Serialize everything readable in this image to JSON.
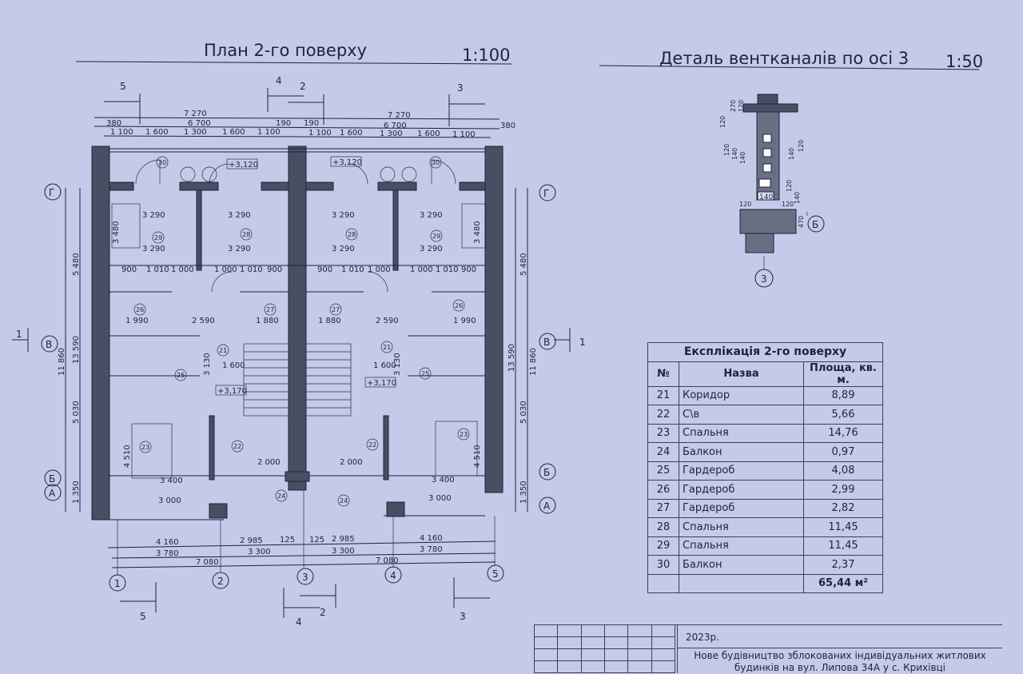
{
  "plan": {
    "title": "План 2-го поверху",
    "scale": "1:100",
    "top_dims_row1": [
      "7 270",
      "7 270"
    ],
    "top_dims_row2": [
      "380",
      "6 700",
      "190",
      "190",
      "6 700",
      "380"
    ],
    "top_dims_row3": [
      "1 100",
      "1 600",
      "1 300",
      "1 600",
      "1 100",
      "1 100",
      "1 600",
      "1 300",
      "1 600",
      "1 100"
    ],
    "bottom_dims_row1": [
      "4 160",
      "2 985",
      "125",
      "125",
      "2 985",
      "4 160"
    ],
    "bottom_dims_row2": [
      "3 780",
      "3 300",
      "3 300",
      "3 780"
    ],
    "bottom_dims_row3": [
      "7 080",
      "7 080"
    ],
    "side_dims": [
      "13 590",
      "11 860",
      "5 480",
      "5 030",
      "1 350",
      "13 590",
      "11 860",
      "5 480",
      "5 030",
      "1 350"
    ],
    "axes_x": [
      "1",
      "2",
      "3",
      "4",
      "5"
    ],
    "axes_y": [
      "Г",
      "В",
      "Б",
      "А"
    ],
    "section_marks": [
      "5",
      "4",
      "2",
      "3",
      "1"
    ],
    "levels": [
      "+3,120",
      "+3,120",
      "+3,170",
      "+3,170"
    ],
    "rooms": [
      "30",
      "30",
      "29",
      "28",
      "28",
      "29",
      "26",
      "27",
      "27",
      "26",
      "21",
      "21",
      "25",
      "25",
      "23",
      "22",
      "22",
      "23",
      "24",
      "24"
    ],
    "inner_dims": [
      "3 290",
      "3 290",
      "3 290",
      "3 290",
      "3 290",
      "3 290",
      "3 290",
      "3 290",
      "1 990",
      "2 590",
      "1 880",
      "1 880",
      "2 590",
      "1 990",
      "3 400",
      "2 000",
      "2 000",
      "3 400",
      "3 000",
      "3 000",
      "900",
      "1 010",
      "1 000",
      "1 000",
      "1 010",
      "900",
      "900",
      "1 010",
      "1 000",
      "1 000",
      "1 010",
      "900",
      "3 480",
      "3 480",
      "4 510",
      "4 510",
      "1 600",
      "1 600",
      "3 130",
      "3 130"
    ]
  },
  "vent_detail": {
    "title": "Деталь вентканалів по осі 3",
    "scale": "1:50",
    "dims": [
      "120",
      "270",
      "120",
      "140",
      "120",
      "140",
      "140",
      "120",
      "120",
      "140",
      "140",
      "120",
      "120",
      "470"
    ],
    "axes": [
      "Б",
      "3"
    ]
  },
  "explication": {
    "title": "Експлікація 2-го поверху",
    "headers": [
      "№",
      "Назва",
      "Площа, кв. м."
    ],
    "rows": [
      {
        "no": "21",
        "name": "Коридор",
        "area": "8,89"
      },
      {
        "no": "22",
        "name": "С\\в",
        "area": "5,66"
      },
      {
        "no": "23",
        "name": "Спальня",
        "area": "14,76"
      },
      {
        "no": "24",
        "name": "Балкон",
        "area": "0,97"
      },
      {
        "no": "25",
        "name": "Гардероб",
        "area": "4,08"
      },
      {
        "no": "26",
        "name": "Гардероб",
        "area": "2,99"
      },
      {
        "no": "27",
        "name": "Гардероб",
        "area": "2,82"
      },
      {
        "no": "28",
        "name": "Спальня",
        "area": "11,45"
      },
      {
        "no": "29",
        "name": "Спальня",
        "area": "11,45"
      },
      {
        "no": "30",
        "name": "Балкон",
        "area": "2,37"
      }
    ],
    "total": "65,44 м²"
  },
  "title_block": {
    "year": "2023р.",
    "project_line1": "Нове будівництво зблокованих індивідуальних житлових",
    "project_line2": "будинків на вул. Липова 34А у с. Крихівці"
  }
}
